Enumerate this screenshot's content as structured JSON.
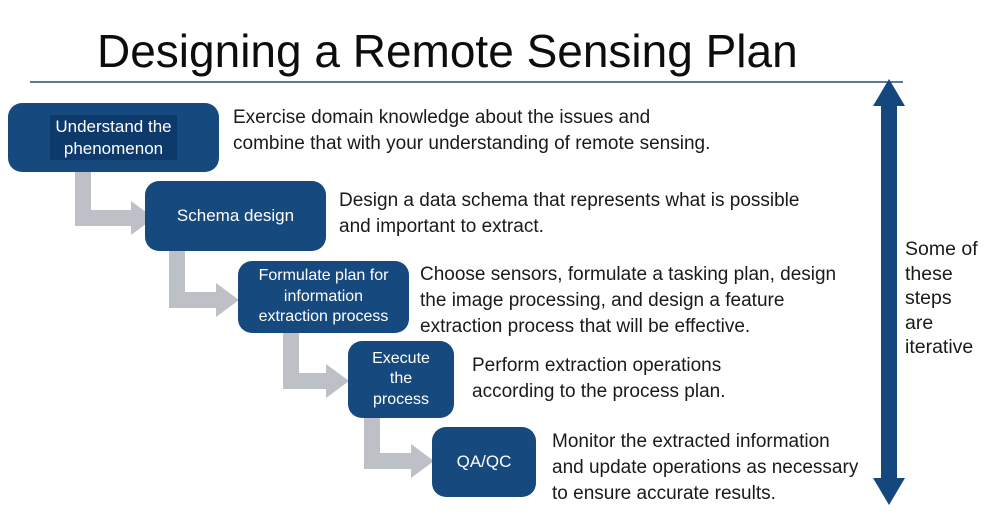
{
  "title": "Designing a Remote Sensing Plan",
  "side_note": "Some of\nthese\nsteps\nare\niterative",
  "steps": [
    {
      "label": "Understand the\nphenomenon",
      "description": "Exercise domain knowledge about the issues and\ncombine that with your understanding of remote sensing."
    },
    {
      "label": "Schema design",
      "description": "Design a data schema that represents what is possible\nand important to extract."
    },
    {
      "label": "Formulate plan for\ninformation\nextraction process",
      "description": "Choose sensors, formulate a tasking plan, design\nthe image processing, and design a feature\nextraction process that will be effective."
    },
    {
      "label": "Execute\nthe\nprocess",
      "description": "Perform extraction operations\naccording to the process plan."
    },
    {
      "label": "QA/QC",
      "description": "Monitor the extracted information\nand update operations as necessary\nto ensure accurate results."
    }
  ],
  "colors": {
    "box": "#164a7e",
    "highlight": "#0d3a6b",
    "connector": "#bdc1c7",
    "arrow": "#14477e",
    "rule": "#5b7b9d",
    "title": "#0d0d0d",
    "text": "#1a1a1a"
  }
}
